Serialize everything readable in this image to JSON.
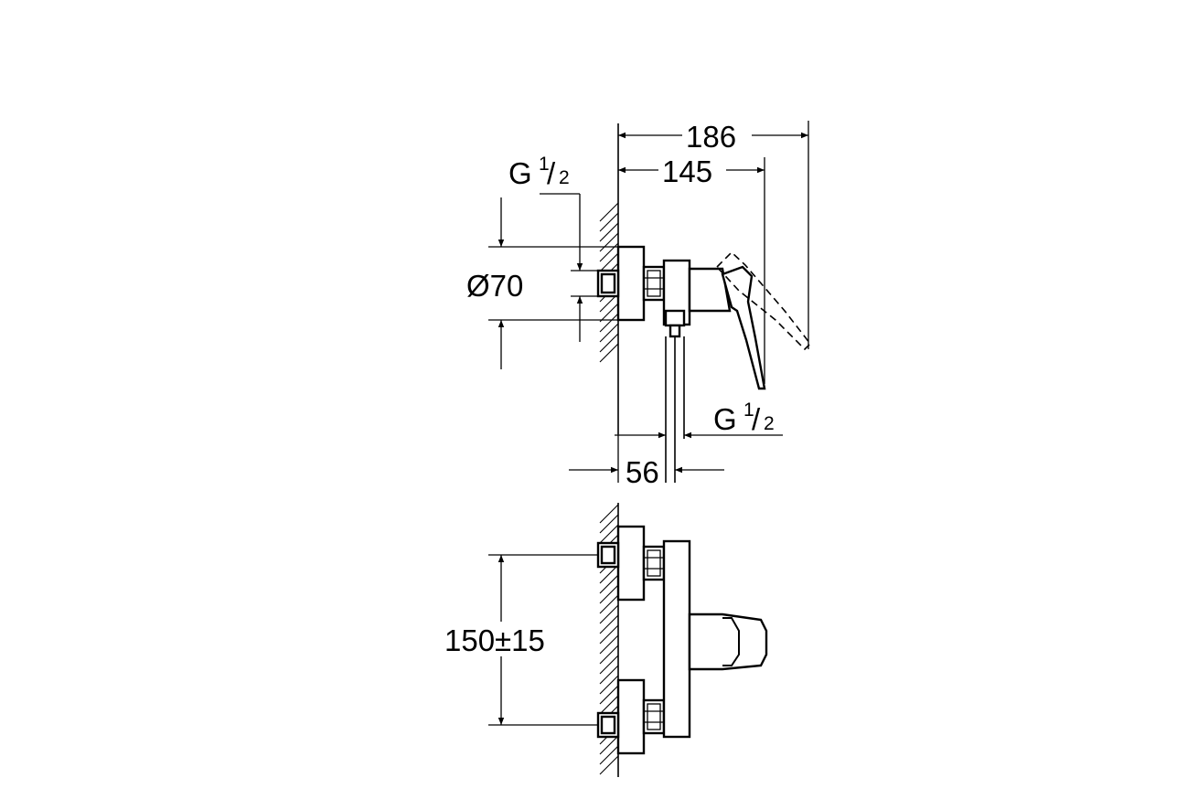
{
  "dimensions": {
    "overall_depth": "186",
    "lever_depth": "145",
    "inlet_thread_top": {
      "letter": "G",
      "numerator": "1",
      "denominator": "2"
    },
    "cover_diameter": "Ø70",
    "outlet_thread": {
      "letter": "G",
      "numerator": "1",
      "denominator": "2"
    },
    "outlet_offset": "56",
    "inlet_spacing": "150±15"
  }
}
